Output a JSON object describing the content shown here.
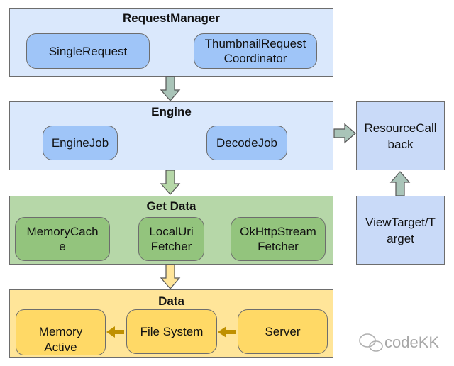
{
  "request_manager": {
    "title": "RequestManager",
    "single_request": "SingleRequest",
    "thumbnail_line1": "ThumbnailRequest",
    "thumbnail_line2": "Coordinator"
  },
  "engine": {
    "title": "Engine",
    "engine_job": "EngineJob",
    "decode_job": "DecodeJob"
  },
  "resource_callback": {
    "line1": "ResourceCall",
    "line2": "back"
  },
  "view_target": {
    "line1": "ViewTarget/T",
    "line2": "arget"
  },
  "get_data": {
    "title": "Get Data",
    "memory_cache_line1": "MemoryCach",
    "memory_cache_line2": "e",
    "local_uri_line1": "LocalUri",
    "local_uri_line2": "Fetcher",
    "okhttp_line1": "OkHttpStream",
    "okhttp_line2": "Fetcher"
  },
  "data": {
    "title": "Data",
    "memory": "Memory",
    "active": "Active",
    "file_system": "File System",
    "server": "Server"
  },
  "watermark": {
    "text": "codeKK"
  },
  "colors": {
    "blue_panel": "#dae8fc",
    "blue_box": "#9fc5f8",
    "green_panel": "#b6d7a8",
    "green_box": "#93c47d",
    "yellow_panel": "#ffe599",
    "yellow_box": "#ffd966",
    "arrow_gray_blue": "#a9c4b8",
    "arrow_green": "#b6d7a8",
    "arrow_yellow": "#ffe599",
    "arrow_brown": "#bf9000"
  }
}
